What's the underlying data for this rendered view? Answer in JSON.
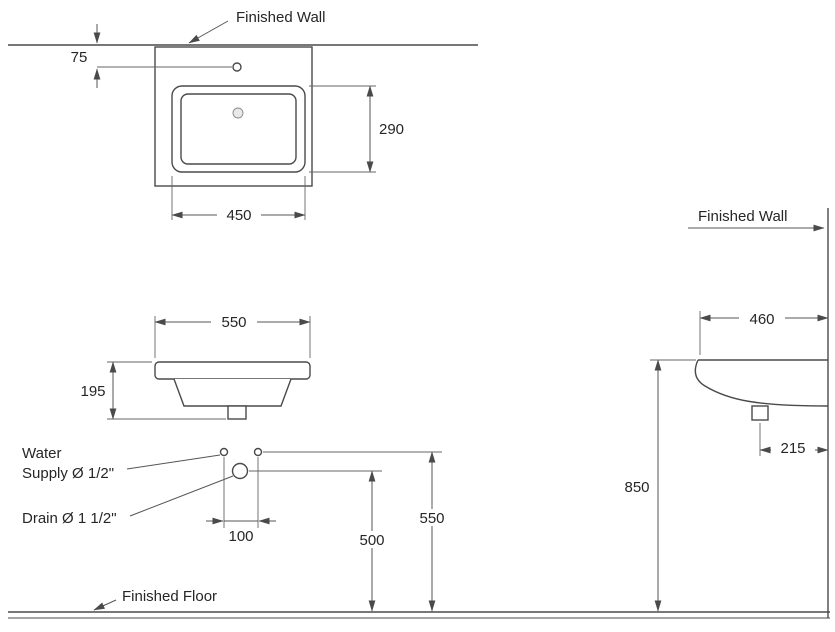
{
  "colors": {
    "line": "#4a4a4a",
    "text": "#262626",
    "background": "#ffffff"
  },
  "labels": {
    "finished_wall_top": "Finished Wall",
    "finished_wall_side": "Finished Wall",
    "finished_floor": "Finished Floor",
    "water_supply_line1": "Water",
    "water_supply_line2": "Supply Ø 1/2\"",
    "drain": "Drain Ø 1 1/2\""
  },
  "dimensions": {
    "faucet_to_wall": "75",
    "bowl_depth": "290",
    "bowl_width": "450",
    "overall_width": "550",
    "front_height": "195",
    "hole_spacing": "100",
    "drain_height": "500",
    "supply_height": "550",
    "side_depth": "460",
    "drain_to_wall": "215",
    "rim_height": "850"
  }
}
